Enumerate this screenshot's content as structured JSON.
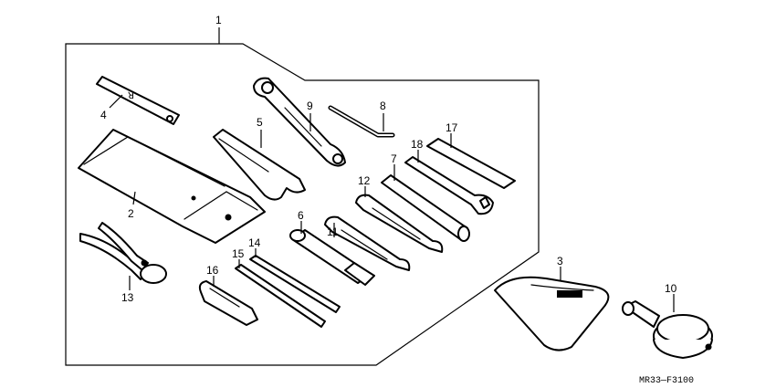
{
  "diagram": {
    "drawing_code": "MR33—F3100",
    "callouts": {
      "p1": "1",
      "p2": "2",
      "p3": "3",
      "p4": "4",
      "p5": "5",
      "p6": "6",
      "p7": "7",
      "p8": "8",
      "p9": "9",
      "p10": "10",
      "p11": "11",
      "p12": "12",
      "p13": "13",
      "p14": "14",
      "p15": "15",
      "p16": "16",
      "p17": "17",
      "p18": "18"
    }
  }
}
